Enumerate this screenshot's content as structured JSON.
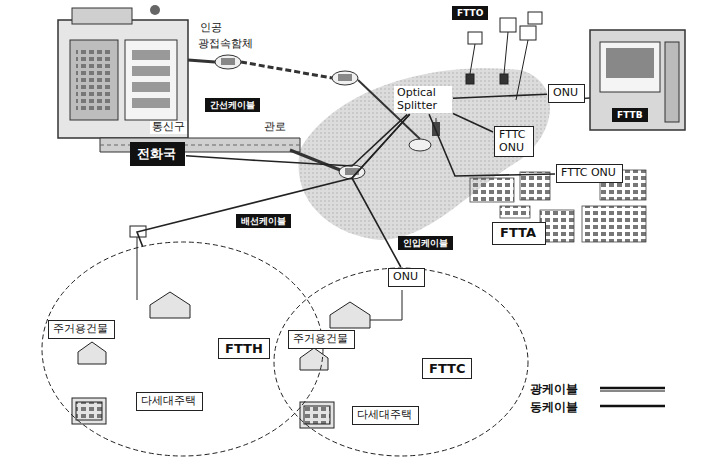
{
  "diagram": {
    "nodes": [
      {
        "text": [
          "전화국"
        ]
      },
      {
        "text": [
          "Optical Splitter"
        ]
      },
      {
        "text": [
          "FTTC ONU"
        ]
      },
      {
        "text": [
          "ONU"
        ]
      },
      {
        "text": [
          "FTTC ONU"
        ]
      },
      {
        "text": [
          "FTTA"
        ]
      },
      {
        "text": [
          "FTTH"
        ]
      },
      {
        "text": [
          "주거용건물"
        ],
        "in": 6
      },
      {
        "text": [
          "다세대주택"
        ],
        "in": 6
      },
      {
        "text": [
          "FTTC"
        ]
      },
      {
        "text": [
          "ONU"
        ],
        "in": 9
      },
      {
        "text": [
          "주거용건물"
        ],
        "in": 9
      },
      {
        "text": [
          "다세대주택"
        ],
        "in": 9
      }
    ],
    "edges": [
      {
        "from": 0,
        "to": 1,
        "arrow": "none"
      },
      {
        "from": 1,
        "to": 2,
        "arrow": "none"
      },
      {
        "from": 1,
        "to": 3,
        "arrow": "none"
      },
      {
        "from": 1,
        "to": 4,
        "arrow": "none"
      },
      {
        "from": 1,
        "to": 6,
        "arrow": "none"
      },
      {
        "from": 1,
        "to": 10,
        "arrow": "none"
      }
    ],
    "labels": [
      "인공",
      "광접속함체",
      "통신구",
      "관로",
      "간선케이블",
      "배선케이블",
      "인입케이블",
      "FTTO",
      "FTTB"
    ],
    "legend": [
      {
        "text": "광케이블"
      },
      {
        "text": "동케이블"
      }
    ]
  }
}
